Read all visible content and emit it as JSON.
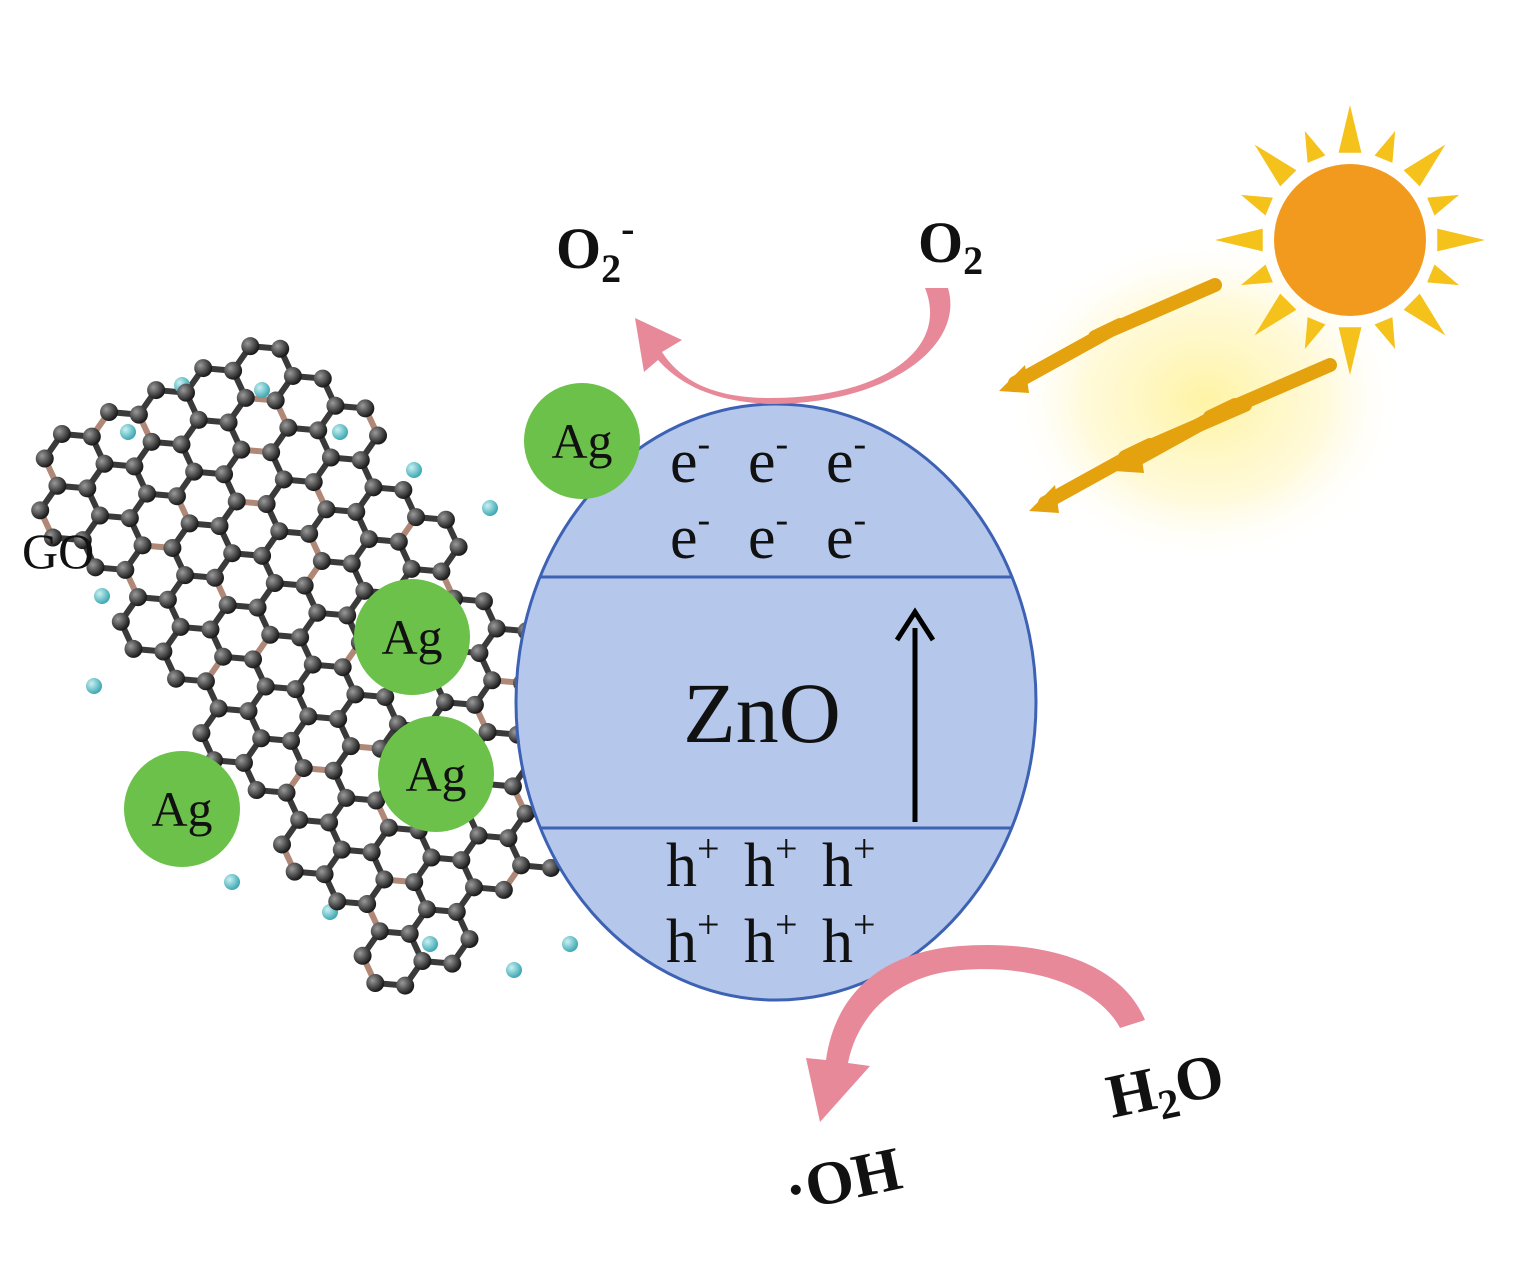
{
  "labels": {
    "go": "GO",
    "zno": "ZnO",
    "ag": "Ag",
    "electron": "e",
    "electron_charge": "-",
    "hole": "h",
    "hole_charge": "+",
    "o2_left_base": "O",
    "o2_left_sub": "2",
    "o2_left_sup": "-",
    "o2_right_base": "O",
    "o2_right_sub": "2",
    "h2o_h": "H",
    "h2o_sub": "2",
    "h2o_o": "O",
    "oh": "·OH"
  },
  "colors": {
    "zno_fill": "#b5c7ea",
    "zno_stroke": "#3d62b4",
    "ag_fill": "#6cc14a",
    "arrow_pink": "#e8899a",
    "sun_core": "#f29a1e",
    "sun_rays": "#f5c21b",
    "light_beams": "#e4a20e",
    "carbon": "#2a2a2a",
    "hydrogen": "#7ad3d8"
  },
  "icons": {
    "sun": "sun-icon",
    "light": "light-beams-icon",
    "graphene": "graphene-oxide-lattice"
  }
}
